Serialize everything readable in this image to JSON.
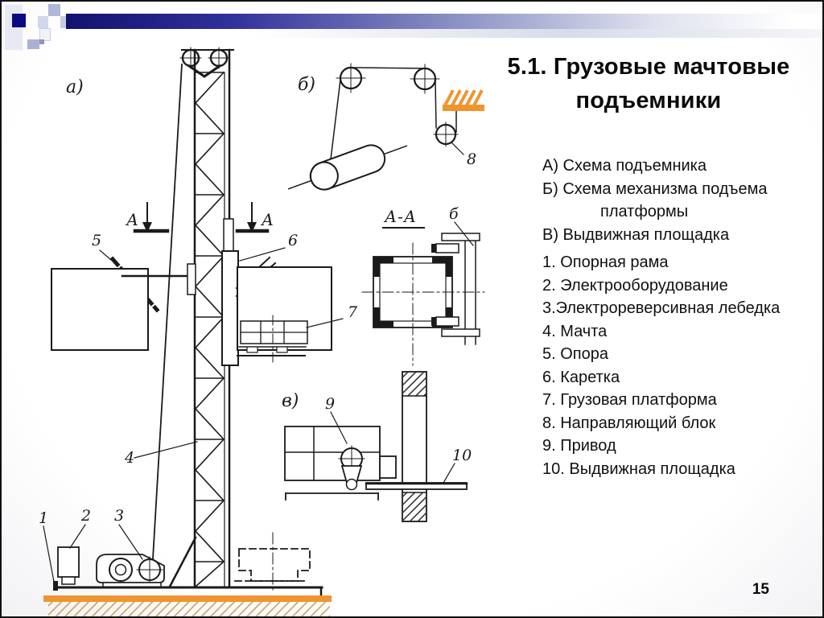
{
  "slide": {
    "title": {
      "line1": "5.1. Грузовые мачтовые",
      "line2": "подъемники"
    },
    "page_number": "15"
  },
  "legend": {
    "items": [
      "А) Схема подъемника",
      "Б) Схема механизма подъема",
      "платформы",
      "В)  Выдвижная площадка",
      "1. Опорная рама",
      "2. Электрооборудование",
      "3.Электрореверсивная лебедка",
      "4. Мачта",
      "5. Опора",
      "6. Каретка",
      "7. Грузовая платформа",
      "8. Направляющий блок",
      "9. Привод",
      "10. Выдвижная площадка"
    ]
  },
  "figure": {
    "panel_labels": {
      "a": "а)",
      "b": "б)",
      "v": "в)"
    },
    "section_label": "А-А",
    "section_marker": "А",
    "part_numbers": {
      "n1": "1",
      "n2": "2",
      "n3": "3",
      "n4": "4",
      "n5": "5",
      "n6": "6",
      "n7": "7",
      "n8": "8",
      "n9": "9",
      "n10": "10",
      "carriage_b": "б"
    },
    "colors": {
      "ground_orange": "#ef9530",
      "ground_hatch_tan": "#cf9d55",
      "header_navy": "#12126e",
      "line_black": "#1a1a1a"
    }
  }
}
